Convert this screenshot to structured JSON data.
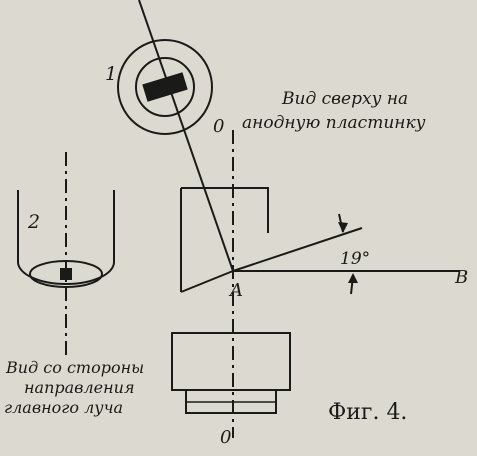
{
  "labels": {
    "fig": "Фиг. 4.",
    "top_view_1": "Вид сверху на",
    "top_view_2": "анодную пластинку",
    "side_view_1": "Вид со стороны",
    "side_view_2": "направления",
    "side_view_3": "главного луча",
    "num_1": "1",
    "num_2": "2",
    "axis_top": "0",
    "axis_bottom": "0",
    "point_a": "A",
    "point_b": "B",
    "angle": "19°"
  },
  "colors": {
    "ink": "#1a1a18",
    "paper": "#dcdad0"
  }
}
